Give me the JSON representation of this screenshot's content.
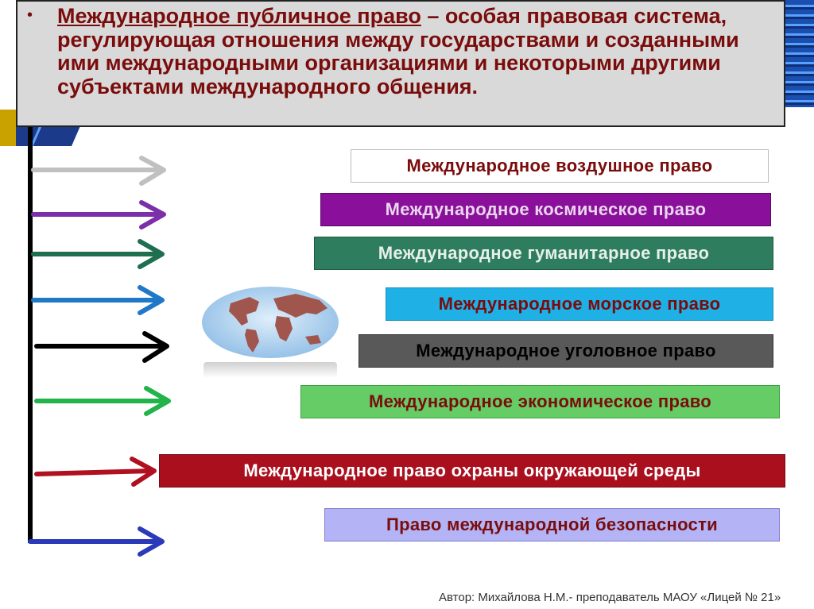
{
  "definition": {
    "bullet": "•",
    "term": "Международное публичное право",
    "rest": " – особая правовая система, регулирующая отношения между государствами и созданными ими международными организациями и некоторыми другими субъектами международного общения."
  },
  "branches": [
    {
      "label": "Международное воздушное право",
      "arrow_color": "#c0c0c0"
    },
    {
      "label": "Международное космическое право",
      "arrow_color": "#7b2fa8"
    },
    {
      "label": "Международное гуманитарное право",
      "arrow_color": "#1e6e50"
    },
    {
      "label": "Международное морское право",
      "arrow_color": "#1f78c8"
    },
    {
      "label": "Международное уголовное право",
      "arrow_color": "#000000"
    },
    {
      "label": "Международное экономическое право",
      "arrow_color": "#22b34a"
    },
    {
      "label": "Международное право охраны окружающей среды",
      "arrow_color": "#b01020"
    },
    {
      "label": "Право международной безопасности",
      "arrow_color": "#2a3ab8"
    }
  ],
  "footer": {
    "author": "Автор: Михайлова Н.М.- преподаватель МАОУ «Лицей № 21»"
  }
}
